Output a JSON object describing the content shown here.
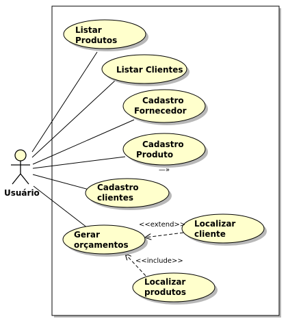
{
  "colors": {
    "usecase_fill": "#ffffcc",
    "stroke": "#000000",
    "shadow": "#b8b8b8",
    "background": "#ffffff"
  },
  "actor": {
    "label": "Usuário",
    "icon": "stick-figure-icon"
  },
  "use_cases": [
    {
      "id": "listar-produtos",
      "lines": [
        "Listar",
        "Produtos"
      ]
    },
    {
      "id": "listar-clientes",
      "lines": [
        "Listar Clientes"
      ]
    },
    {
      "id": "cadastro-fornecedor",
      "lines": [
        "Cadastro",
        "Fornecedor"
      ]
    },
    {
      "id": "cadastro-produto",
      "lines": [
        "Cadastro",
        "Produto"
      ]
    },
    {
      "id": "cadastro-clientes",
      "lines": [
        "Cadastro",
        "clientes"
      ]
    },
    {
      "id": "gerar-orcamentos",
      "lines": [
        "Gerar",
        "orçamentos"
      ]
    },
    {
      "id": "localizar-cliente",
      "lines": [
        "Localizar",
        "cliente"
      ]
    },
    {
      "id": "localizar-produtos",
      "lines": [
        "Localizar",
        "produtos"
      ]
    }
  ],
  "relations": {
    "extend": "<<extend>>",
    "include": "<<include>>",
    "stray_glyph": "—»"
  }
}
